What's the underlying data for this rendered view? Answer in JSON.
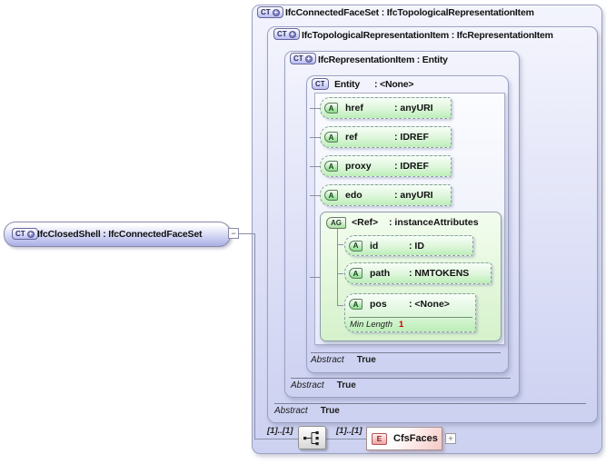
{
  "left_node": {
    "badge": "CT",
    "plus": "+",
    "label": "IfcClosedShell : IfcConnectedFaceSet",
    "collapse": "−"
  },
  "boxes": {
    "connected_face_set": {
      "badge": "CT",
      "plus": "+",
      "title": "IfcConnectedFaceSet : IfcTopologicalRepresentationItem"
    },
    "topological_representation_item": {
      "badge": "CT",
      "plus": "+",
      "title": "IfcTopologicalRepresentationItem : IfcRepresentationItem",
      "abstract_label": "Abstract",
      "abstract_value": "True"
    },
    "representation_item": {
      "badge": "CT",
      "plus": "+",
      "title": "IfcRepresentationItem : Entity",
      "abstract_label": "Abstract",
      "abstract_value": "True"
    },
    "entity": {
      "badge": "CT",
      "name": "Entity",
      "type": ": <None>",
      "abstract_label": "Abstract",
      "abstract_value": "True"
    }
  },
  "entity_attributes": [
    {
      "badge": "A",
      "name": "href",
      "type": ": anyURI"
    },
    {
      "badge": "A",
      "name": "ref",
      "type": ": IDREF"
    },
    {
      "badge": "A",
      "name": "proxy",
      "type": ": IDREF"
    },
    {
      "badge": "A",
      "name": "edo",
      "type": ": anyURI"
    }
  ],
  "ref_group": {
    "badge": "AG",
    "name": "<Ref>",
    "type": ": instanceAttributes",
    "attributes": [
      {
        "badge": "A",
        "name": "id",
        "type": ": ID"
      },
      {
        "badge": "A",
        "name": "path",
        "type": ": NMTOKENS"
      },
      {
        "badge": "A",
        "name": "pos",
        "type": ": <None>",
        "facet_label": "Min Length",
        "facet_value": "1"
      }
    ]
  },
  "content_model": {
    "occurs_sequence": "[1]..[1]",
    "occurs_element": "[1]..[1]",
    "element": {
      "badge": "E",
      "name": "CfsFaces",
      "expander": "+"
    }
  },
  "colors": {
    "lavender": "#cdd1f1",
    "green": "#bceeb8",
    "pink": "#f4c9c6",
    "facet_red": "#cc0000"
  }
}
